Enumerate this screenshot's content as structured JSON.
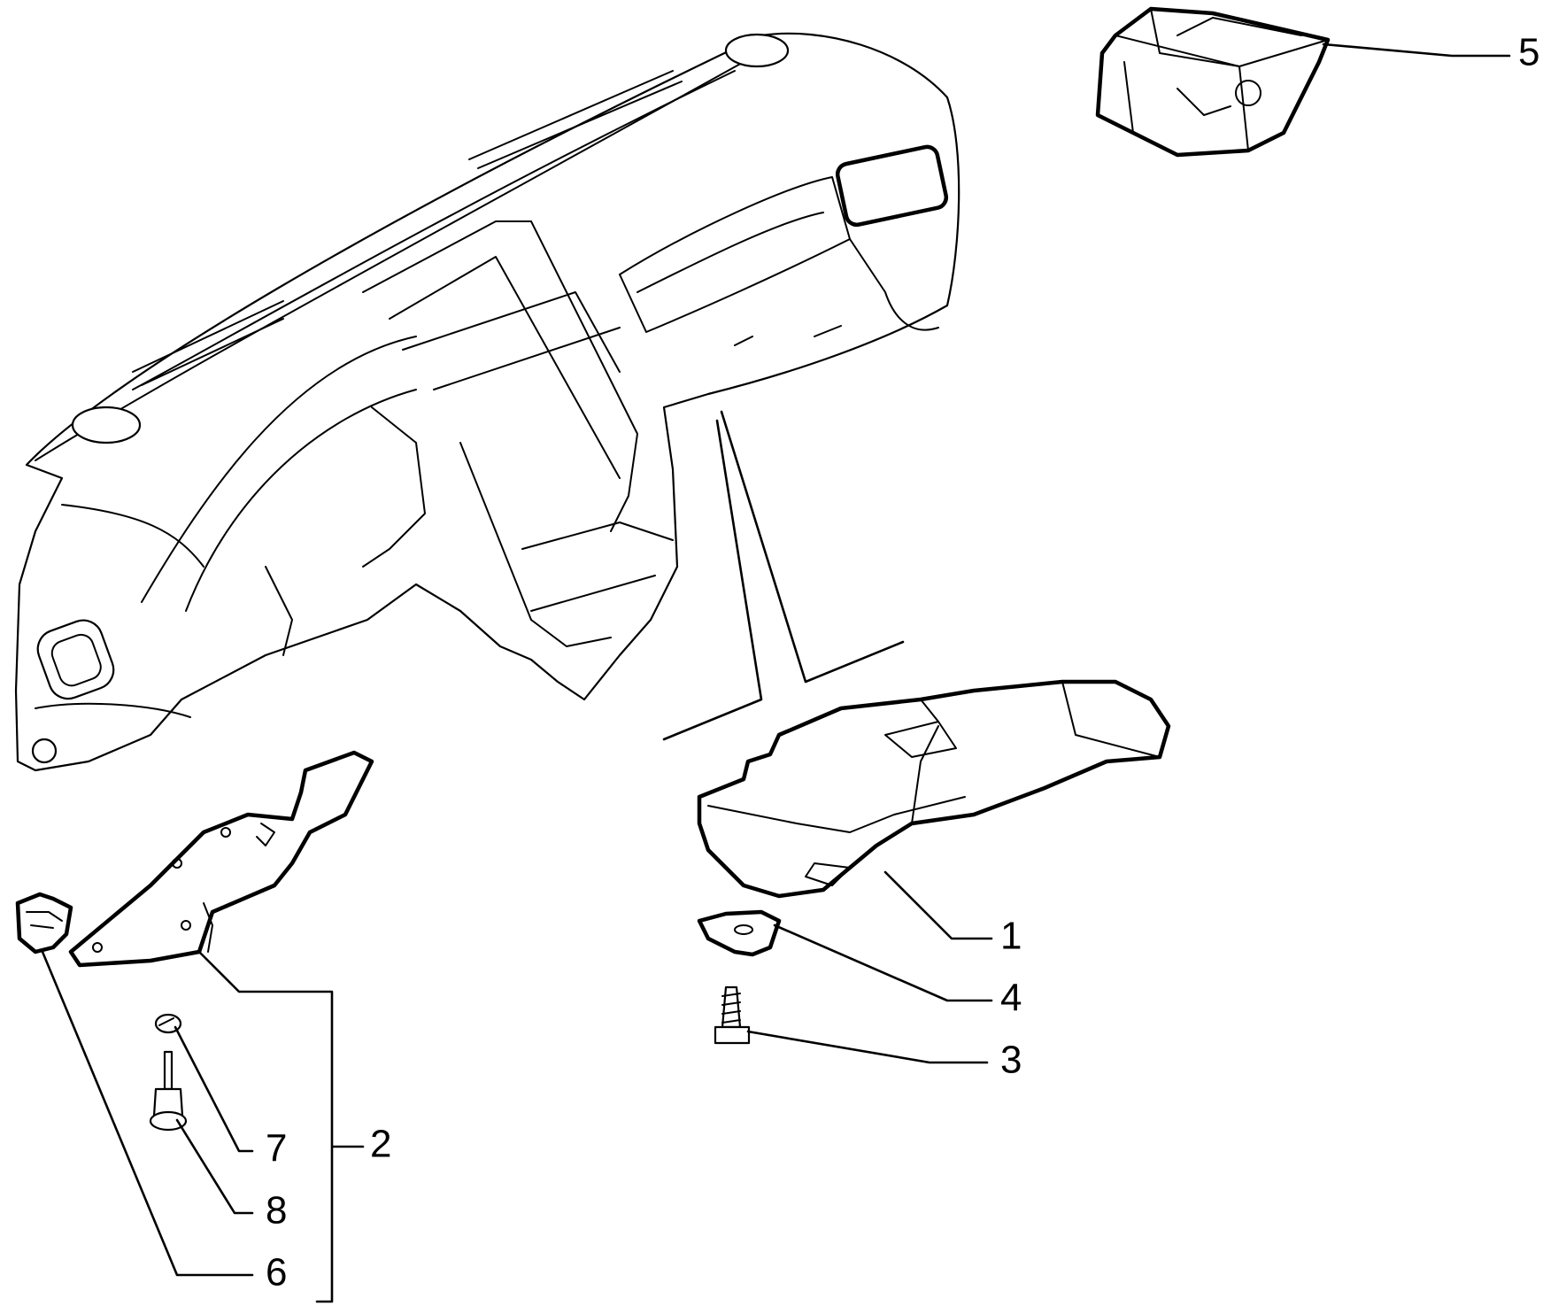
{
  "colors": {
    "line": "#000000",
    "background": "#ffffff"
  },
  "callouts": [
    {
      "id": "1",
      "label": "1",
      "part": "glovebox-lower-panel"
    },
    {
      "id": "2",
      "label": "2",
      "part": "driver-lower-panel-group"
    },
    {
      "id": "3",
      "label": "3",
      "part": "screw"
    },
    {
      "id": "4",
      "label": "4",
      "part": "clip-nut"
    },
    {
      "id": "5",
      "label": "5",
      "part": "bracket-box"
    },
    {
      "id": "6",
      "label": "6",
      "part": "clip"
    },
    {
      "id": "7",
      "label": "7",
      "part": "retaining-washer"
    },
    {
      "id": "8",
      "label": "8",
      "part": "fastener-pin"
    }
  ]
}
